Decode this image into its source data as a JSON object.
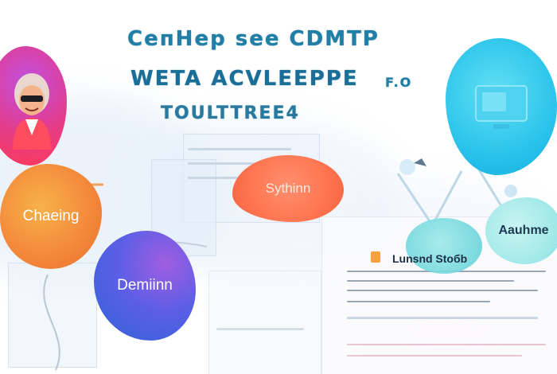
{
  "headline": {
    "line1": "CeпHep see CDMTP",
    "line2": "WETA ACVLEEPPE",
    "line2_suffix": "F.O",
    "line3": "TOULTTREE4"
  },
  "blobs": {
    "orange_label": "Chaeing",
    "blue_label": "Demiinn",
    "salmon_label": "Sythinn",
    "aqua_label": "Aauhme"
  },
  "list_label": "Lunsnd Stoбb",
  "colors": {
    "headline": "#1f7fa6",
    "orange": "#f48a3b",
    "blue": "#5d5ee6",
    "salmon": "#ff7450",
    "cyan": "#2fc6ec",
    "aqua": "#9ee8e8",
    "magenta": "#e33c8a"
  }
}
